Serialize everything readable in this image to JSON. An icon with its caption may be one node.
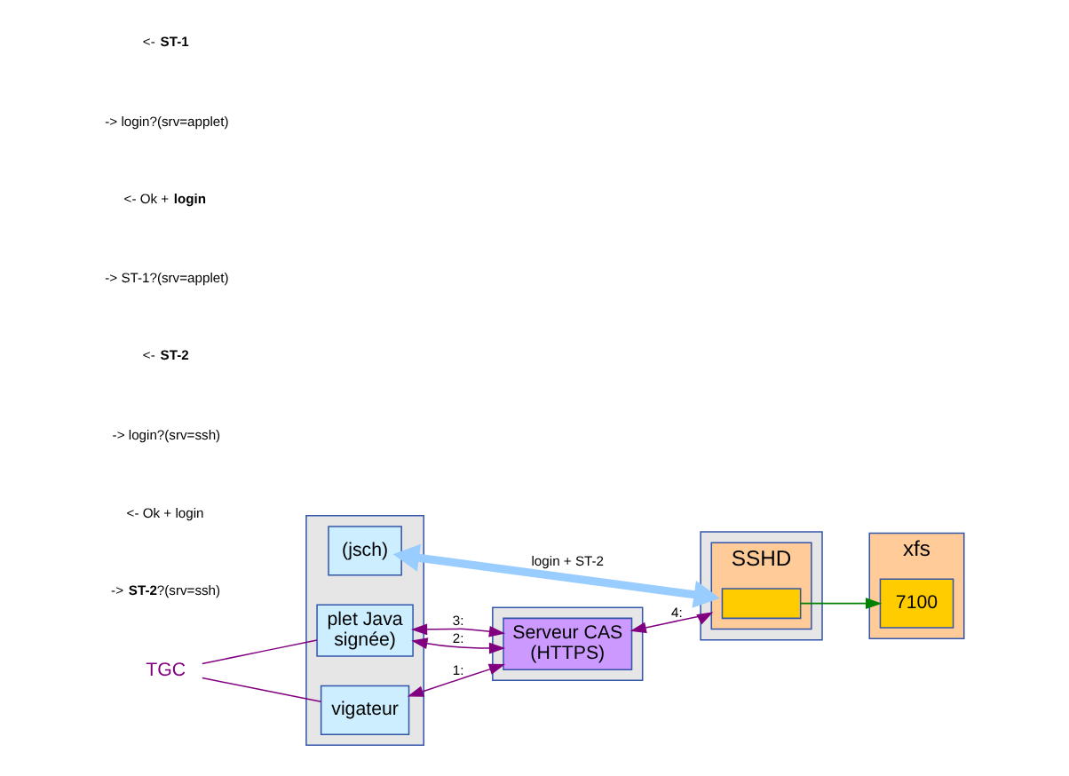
{
  "diagram": {
    "nodes": [
      {
        "text": [],
        "shape": "box"
      },
      {
        "text": [
          "(jsch)"
        ],
        "in": 0
      },
      {
        "text": [
          "plet Java",
          "signée)"
        ],
        "in": 0
      },
      {
        "text": [
          "vigateur"
        ],
        "in": 0
      },
      {
        "text": [
          "TGC"
        ]
      },
      {
        "text": [],
        "shape": "box"
      },
      {
        "text": [
          "SSHD"
        ],
        "in": 5
      },
      {
        "text": [],
        "shape": "box",
        "in": 6
      },
      {
        "text": [
          "xfs"
        ]
      },
      {
        "text": [
          "7100"
        ],
        "in": 8
      },
      {
        "text": [],
        "shape": "box"
      },
      {
        "text": [
          "Serveur CAS",
          "(HTTPS)"
        ],
        "in": 10
      }
    ],
    "edges": [
      {
        "from": 1,
        "to": 6,
        "arrow": "both",
        "label": "login + ST-2",
        "style": "thick",
        "color": "#99ccff"
      },
      {
        "from": 4,
        "to": 2,
        "arrow": "none"
      },
      {
        "from": 4,
        "to": 3,
        "arrow": "none"
      },
      {
        "from": 7,
        "to": 9,
        "arrow": "to",
        "color": "#008000"
      },
      {
        "from": 11,
        "to": 6,
        "arrow": "both",
        "label": "4:"
      },
      {
        "from": 2,
        "to": 11,
        "arrow": "both",
        "label": "3:"
      },
      {
        "from": 2,
        "to": 11,
        "arrow": "both",
        "label": "2:"
      },
      {
        "from": 3,
        "to": 11,
        "arrow": "both",
        "label": "1:"
      }
    ],
    "labels": [
      "-> **ST-2**?(srv=ssh)",
      "<- Ok + login",
      "-> login?(srv=ssh)",
      "<- **ST-2**",
      "-> ST-1?(srv=applet)",
      "<- Ok + **login**",
      "-> login?(srv=applet)",
      "<- **ST-1**"
    ]
  }
}
